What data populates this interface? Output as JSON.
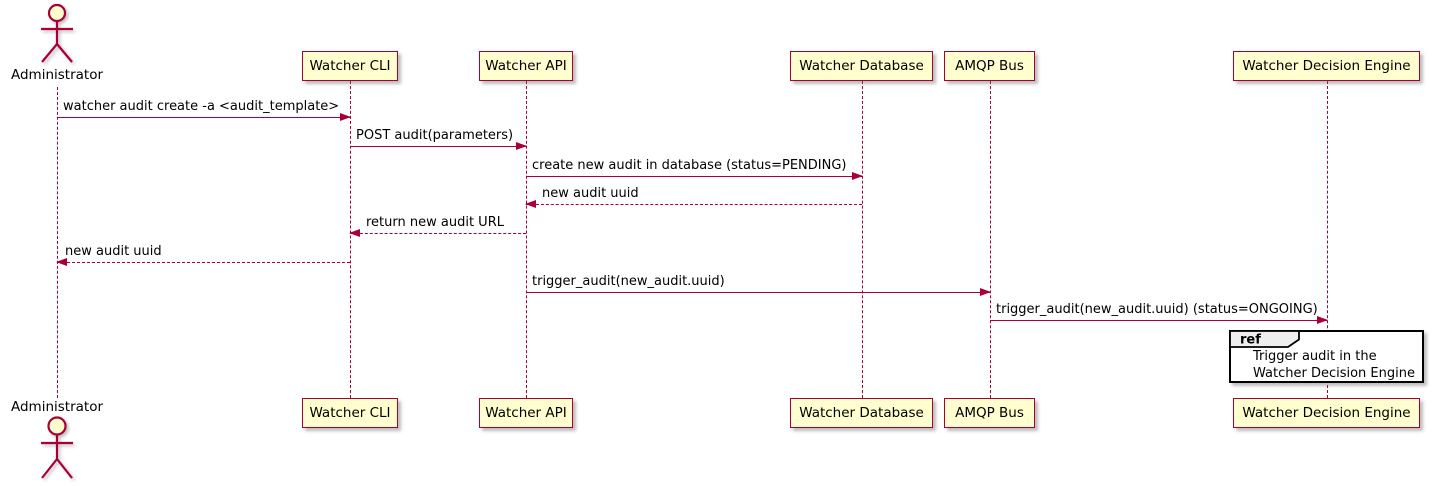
{
  "diagram": {
    "type": "sequence",
    "style": "plantuml"
  },
  "actors": [
    {
      "label": "Administrator"
    }
  ],
  "participants": [
    {
      "label": "Watcher CLI"
    },
    {
      "label": "Watcher API"
    },
    {
      "label": "Watcher Database"
    },
    {
      "label": "AMQP Bus"
    },
    {
      "label": "Watcher Decision Engine"
    }
  ],
  "messages": [
    {
      "from": "Administrator",
      "to": "Watcher CLI",
      "label": "watcher audit create -a <audit_template>",
      "line": "solid",
      "direction": "right"
    },
    {
      "from": "Watcher CLI",
      "to": "Watcher API",
      "label": "POST audit(parameters)",
      "line": "solid",
      "direction": "right"
    },
    {
      "from": "Watcher API",
      "to": "Watcher Database",
      "label": "create new audit in database (status=PENDING)",
      "line": "solid",
      "direction": "right"
    },
    {
      "from": "Watcher Database",
      "to": "Watcher API",
      "label": "new audit uuid",
      "line": "dashed",
      "direction": "left"
    },
    {
      "from": "Watcher API",
      "to": "Watcher CLI",
      "label": "return new audit URL",
      "line": "dashed",
      "direction": "left"
    },
    {
      "from": "Watcher CLI",
      "to": "Administrator",
      "label": "new audit uuid",
      "line": "dashed",
      "direction": "left"
    },
    {
      "from": "Watcher API",
      "to": "AMQP Bus",
      "label": "trigger_audit(new_audit.uuid)",
      "line": "solid",
      "direction": "right"
    },
    {
      "from": "AMQP Bus",
      "to": "Watcher Decision Engine",
      "label": "trigger_audit(new_audit.uuid) (status=ONGOING)",
      "line": "solid",
      "direction": "right"
    }
  ],
  "ref_fragment": {
    "keyword": "ref",
    "over": "Watcher Decision Engine",
    "line1": "Trigger audit in the",
    "line2": "Watcher Decision Engine"
  },
  "colors": {
    "stroke": "#A80036",
    "participant_fill": "#FEFECE",
    "text": "#000000",
    "ref_border": "#000000",
    "ref_tab_fill": "#EEEEEE",
    "ref_fill": "#FFFFFF",
    "background": "#FFFFFF"
  }
}
